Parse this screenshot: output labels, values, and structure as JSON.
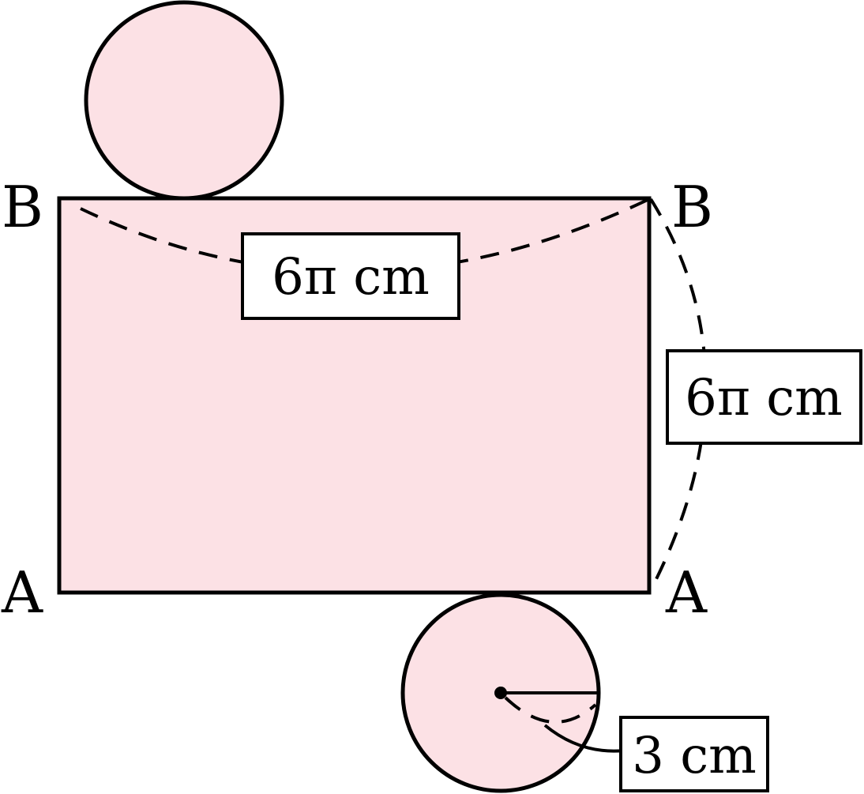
{
  "colors": {
    "fill": "#fce1e5",
    "stroke": "#000000",
    "label_background": "#ffffff"
  },
  "vertices": {
    "top_left": "B",
    "top_right": "B",
    "bottom_left": "A",
    "bottom_right": "A"
  },
  "labels": {
    "top_arc": "6π cm",
    "side_arc": "6π cm",
    "radius": "3 cm"
  }
}
